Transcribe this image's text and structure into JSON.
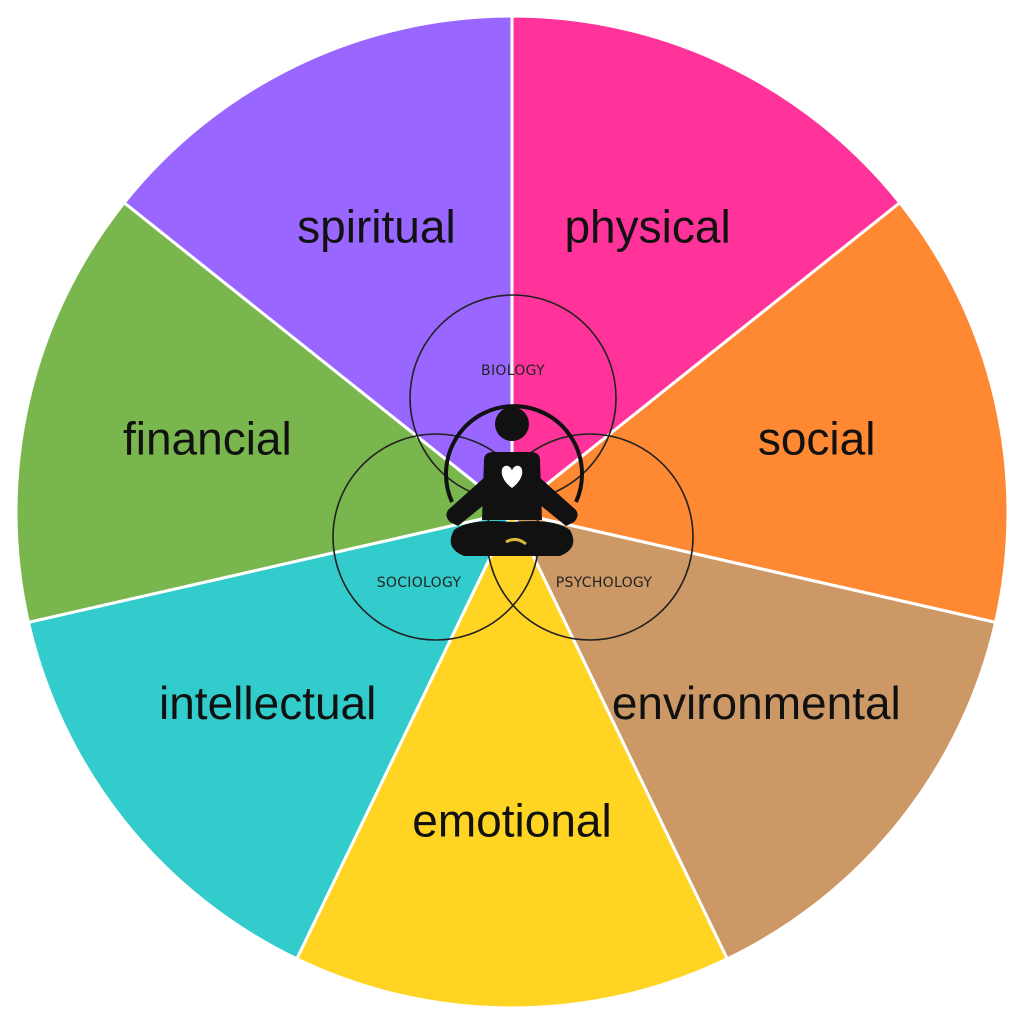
{
  "segments": [
    {
      "key": "physical",
      "label": "physical",
      "color": "#FF3399"
    },
    {
      "key": "social",
      "label": "social",
      "color": "#FF8833"
    },
    {
      "key": "environmental",
      "label": "environmental",
      "color": "#CC9966"
    },
    {
      "key": "emotional",
      "label": "emotional",
      "color": "#FFD422"
    },
    {
      "key": "intellectual",
      "label": "intellectual",
      "color": "#33CCCC"
    },
    {
      "key": "financial",
      "label": "financial",
      "color": "#7AB64E"
    },
    {
      "key": "spiritual",
      "label": "spiritual",
      "color": "#9966FF"
    }
  ],
  "venn": {
    "biology": "BIOLOGY",
    "sociology": "SOCIOLOGY",
    "psychology": "PSYCHOLOGY"
  },
  "center_icon": "meditating-person-icon"
}
